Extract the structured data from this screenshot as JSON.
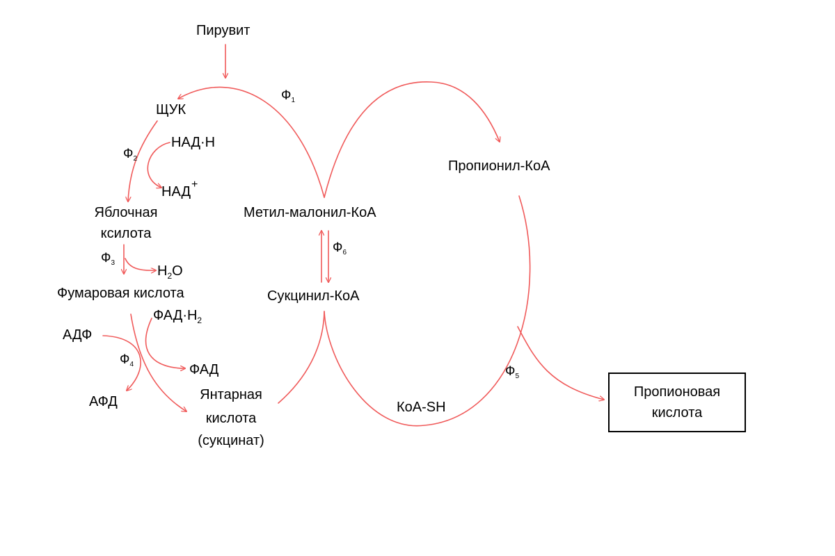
{
  "colors": {
    "arrow": "#f05a5a",
    "text": "#000000",
    "background": "#ffffff"
  },
  "compounds": {
    "pyruvate": "Пирувит",
    "oxaloacetate": "ЩУК",
    "nadh": "НАД·Н",
    "nad": "НАД",
    "nad_charge": "+",
    "malic_acid_line1": "Яблочная",
    "malic_acid_line2": "ксилота",
    "water_h": "H",
    "water_2": "2",
    "water_o": "O",
    "fumaric_acid": "Фумаровая кислота",
    "fadh2": "ФАД·Н",
    "fadh2_sub": "2",
    "fad": "ФАД",
    "adp": "АДФ",
    "afd": "АФД",
    "succinic_line1": "Янтарная",
    "succinic_line2": "кислота",
    "succinic_line3": "(сукцинат)",
    "methylmalonyl_coa": "Метил-малонил-КоА",
    "succinyl_coa": "Сукцинил-КоА",
    "propionyl_coa": "Пропионил-КоА",
    "coa_sh": "КоА-SH",
    "propionic_line1": "Пропионовая",
    "propionic_line2": "кислота"
  },
  "enzymes": [
    {
      "letter": "Ф",
      "index": "1"
    },
    {
      "letter": "Ф",
      "index": "2"
    },
    {
      "letter": "Ф",
      "index": "3"
    },
    {
      "letter": "Ф",
      "index": "4"
    },
    {
      "letter": "Ф",
      "index": "5"
    },
    {
      "letter": "Ф",
      "index": "6"
    }
  ]
}
